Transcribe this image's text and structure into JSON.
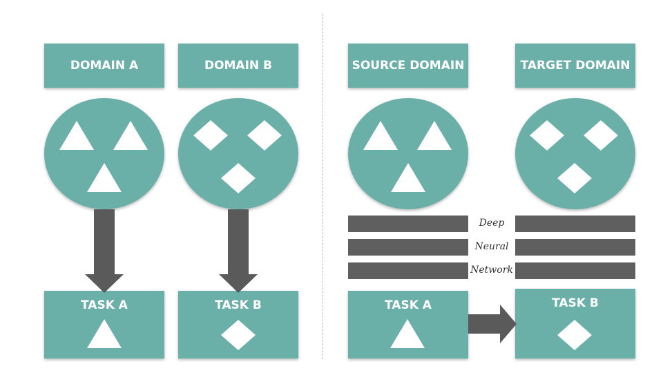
{
  "left": {
    "domain_a": "DOMAIN A",
    "domain_b": "DOMAIN B",
    "task_a": "TASK A",
    "task_b": "TASK B"
  },
  "right": {
    "source_domain": "SOURCE DOMAIN",
    "target_domain": "TARGET DOMAIN",
    "task_a": "TASK A",
    "task_b": "TASK B",
    "network_words": [
      "Deep",
      "Neural",
      "Network"
    ]
  },
  "icons": {
    "domain_a_shapes": "triangle-icon",
    "domain_b_shapes": "diamond-icon"
  },
  "colors": {
    "teal": "#6aafa8",
    "arrow": "#5a5a5a",
    "bar": "#5f5f5f",
    "shape": "#ffffff"
  }
}
